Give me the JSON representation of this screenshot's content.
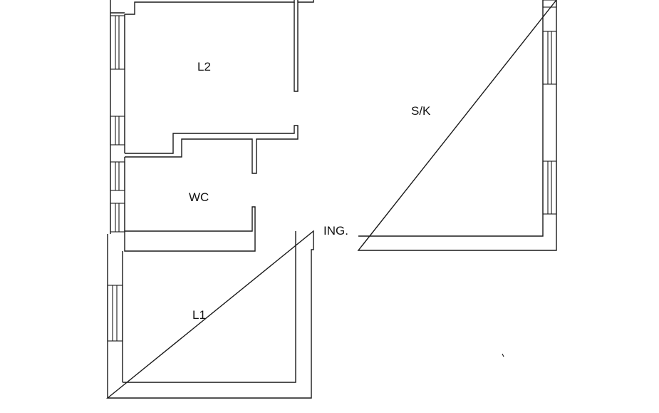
{
  "rooms": {
    "l2": "L2",
    "sk": "S/K",
    "wc": "WC",
    "ing": "ING.",
    "l1": "L1"
  },
  "colors": {
    "line": "#1a1a1a",
    "background": "#ffffff"
  }
}
